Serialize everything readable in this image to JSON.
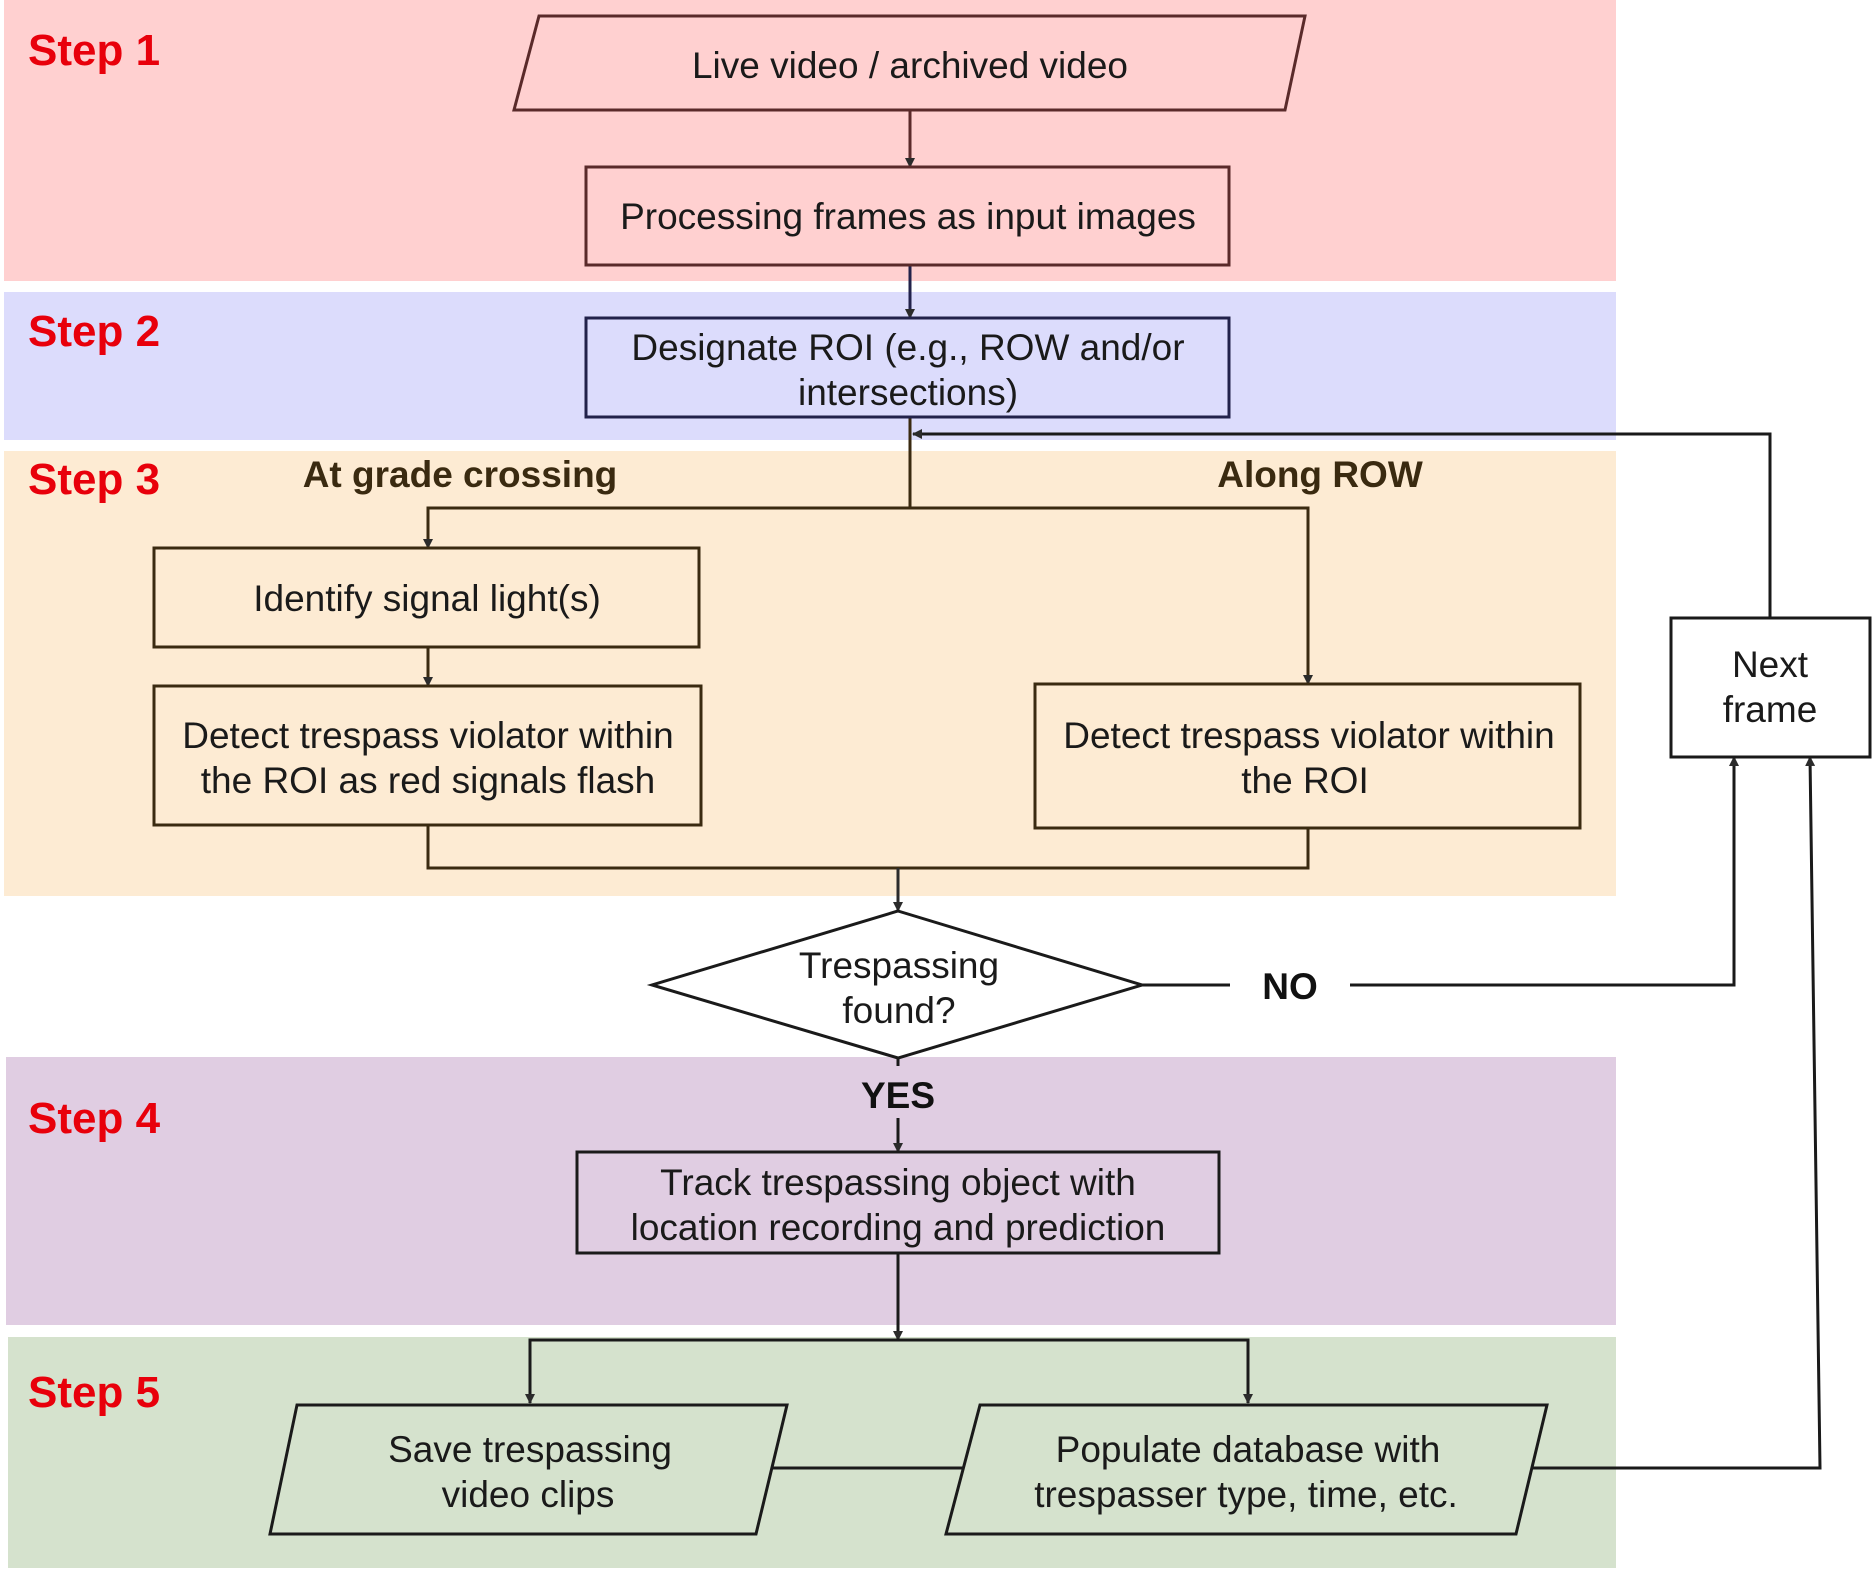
{
  "steps": {
    "step1": "Step 1",
    "step2": "Step 2",
    "step3": "Step 3",
    "step4": "Step 4",
    "step5": "Step 5"
  },
  "nodes": {
    "input_video": "Live video / archived video",
    "processing_frames": "Processing frames as input images",
    "designate_roi": [
      "Designate ROI (e.g., ROW and/or",
      "intersections)"
    ],
    "identify_signal": "Identify signal light(s)",
    "detect_crossing": [
      "Detect trespass violator within",
      "the ROI as red signals flash"
    ],
    "detect_row": [
      "Detect trespass violator within",
      "the ROI"
    ],
    "decision": [
      "Trespassing",
      "found?"
    ],
    "track_object": [
      "Track trespassing object with",
      "location recording and prediction"
    ],
    "save_clips": [
      "Save trespassing",
      "video clips"
    ],
    "populate_db": [
      "Populate database with",
      "trespasser type, time, etc."
    ],
    "next_frame": [
      "Next",
      "frame"
    ]
  },
  "branches": {
    "at_grade": "At grade crossing",
    "along_row": "Along ROW"
  },
  "decision_labels": {
    "no": "NO",
    "yes": "YES"
  },
  "colors": {
    "step1_band": "#ffd0d0",
    "step2_band": "#dcdcfc",
    "step3_band": "#fdebd3",
    "step4_band": "#e0cde2",
    "step5_band": "#d5e2cd",
    "step_label": "#e8000b"
  }
}
